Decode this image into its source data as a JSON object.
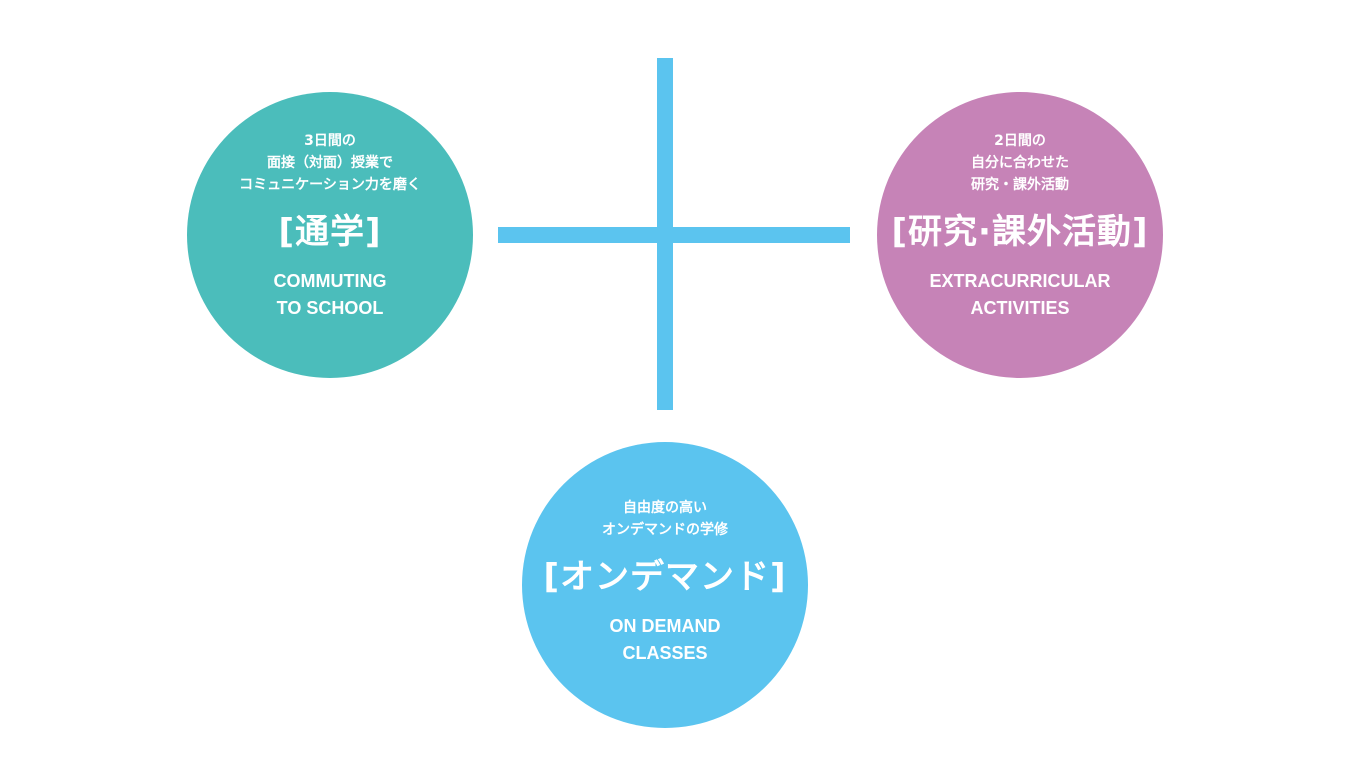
{
  "colors": {
    "commuting": "#4bbdbb",
    "extracurricular": "#c683b7",
    "on_demand": "#5bc4ef",
    "plus": "#5bc4ef"
  },
  "commuting": {
    "sub": [
      "3日間の",
      "面接（対面）授業で",
      "コミュニケーション力を磨く"
    ],
    "title": "[通学]",
    "en": [
      "COMMUTING",
      "TO SCHOOL"
    ]
  },
  "extracurricular": {
    "sub": [
      "2日間の",
      "自分に合わせた",
      "研究・課外活動"
    ],
    "title": "[研究·課外活動]",
    "en": [
      "EXTRACURRICULAR",
      "ACTIVITIES"
    ]
  },
  "on_demand": {
    "sub": [
      "自由度の高い",
      "オンデマンドの学修"
    ],
    "title": "[オンデマンド]",
    "en": [
      "ON DEMAND",
      "CLASSES"
    ]
  }
}
